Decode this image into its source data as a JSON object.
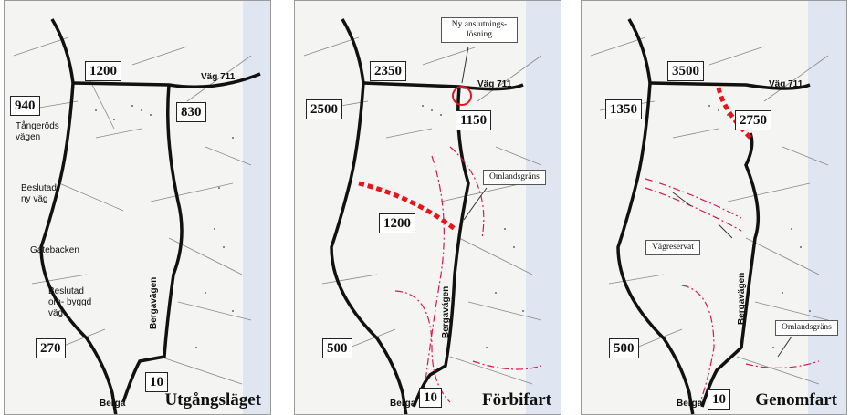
{
  "panels": [
    {
      "title": "Utgångsläget",
      "traffic": {
        "north_west": "940",
        "center_north": "1200",
        "east": "830",
        "south_west": "270",
        "south": "10"
      },
      "labels": {
        "road_711": "Väg 711",
        "tangerod": "Tångeröds vägen",
        "ny_vag": "Beslutad ny väg",
        "gatebacken": "Gatebacken",
        "ombyggd": "Beslutad om- byggd väg",
        "bergavagen": "Bergavägen",
        "berga": "Berga"
      }
    },
    {
      "title": "Förbifart",
      "traffic": {
        "north_west": "2500",
        "center_north": "2350",
        "east": "1150",
        "middle": "1200",
        "south_west": "500",
        "south": "10"
      },
      "labels": {
        "road_711": "Väg 711",
        "bergavagen": "Bergavägen",
        "berga": "Berga"
      },
      "notes": {
        "anslutning": "Ny anslutnings- lösning",
        "omland": "Omlandsgräns"
      }
    },
    {
      "title": "Genomfart",
      "traffic": {
        "north_west": "1350",
        "center_north": "3500",
        "east": "2750",
        "south_west": "500",
        "south": "10"
      },
      "labels": {
        "road_711": "Väg 711",
        "bergavagen": "Bergavägen",
        "berga": "Berga"
      },
      "notes": {
        "vagreservat": "Vägreservat",
        "omland": "Omlandsgräns"
      }
    }
  ],
  "colors": {
    "road": "#111111",
    "proposed": "#e8141c",
    "boundary": "#d8185a",
    "sea": "#dfe6f2"
  }
}
